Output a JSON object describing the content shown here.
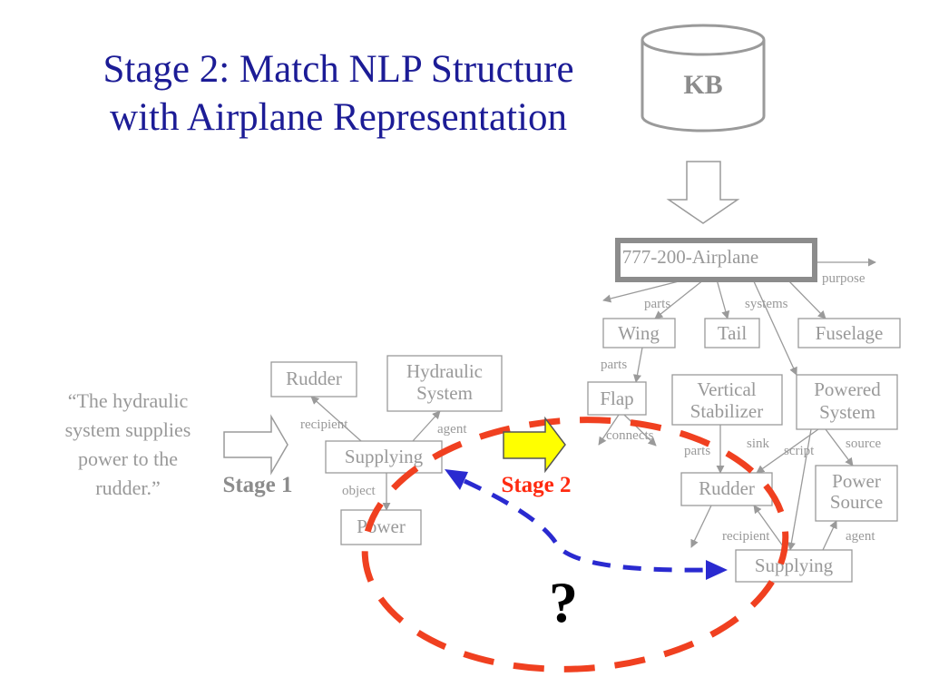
{
  "title": {
    "line1": "Stage 2: Match NLP Structure",
    "line2": "with Airplane Representation"
  },
  "kb": {
    "label": "KB"
  },
  "quote": {
    "line1": "“The hydraulic",
    "line2": "system supplies",
    "line3": "power to the",
    "line4": "rudder.”"
  },
  "stage1_label": "Stage 1",
  "stage2_label": "Stage 2",
  "question_mark": "?",
  "nlp_graph": {
    "nodes": {
      "rudder": "Rudder",
      "hydraulic_line1": "Hydraulic",
      "hydraulic_line2": "System",
      "supplying": "Supplying",
      "power": "Power"
    },
    "relations": {
      "recipient": "recipient",
      "agent": "agent",
      "object": "object"
    }
  },
  "kb_graph": {
    "nodes": {
      "airplane": "777-200-Airplane",
      "wing": "Wing",
      "tail": "Tail",
      "fuselage": "Fuselage",
      "flap": "Flap",
      "vertical_line1": "Vertical",
      "vertical_line2": "Stabilizer",
      "powered_line1": "Powered",
      "powered_line2": "System",
      "rudder": "Rudder",
      "power_source_line1": "Power",
      "power_source_line2": "Source",
      "supplying": "Supplying"
    },
    "relations": {
      "purpose": "purpose",
      "parts_top": "parts",
      "systems": "systems",
      "parts_wing": "parts",
      "connects": "connects",
      "parts_vertical": "parts",
      "sink": "sink",
      "script": "script",
      "source": "source",
      "recipient": "recipient",
      "agent": "agent"
    }
  },
  "colors": {
    "title": "#1c1c96",
    "graph_gray": "#9a9a9a",
    "stage2_red": "#ff2a10",
    "dashed_ellipse": "#f04020",
    "dashed_arrow": "#2a2ad0",
    "stage2_arrow_fill": "#ffff00"
  }
}
